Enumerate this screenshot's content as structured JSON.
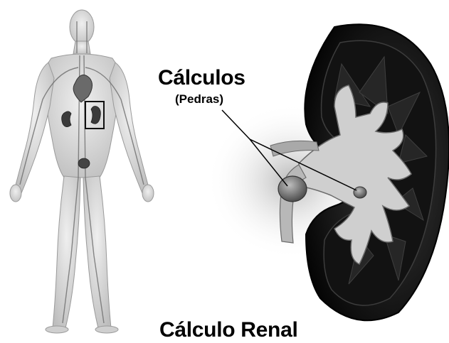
{
  "labels": {
    "stones_title": "Cálculos",
    "stones_subtitle": "(Pedras)",
    "caption": "Cálculo Renal"
  },
  "colors": {
    "background": "#ffffff",
    "body_fill": "#d9d9d9",
    "kidney_cortex": "#2b2b2b",
    "kidney_medulla": "#111111",
    "collecting_system": "#cfcfcf",
    "text": "#000000"
  },
  "icons": [
    "human-body-illustration",
    "kidney-cross-section-illustration",
    "kidney-stone-icon"
  ]
}
